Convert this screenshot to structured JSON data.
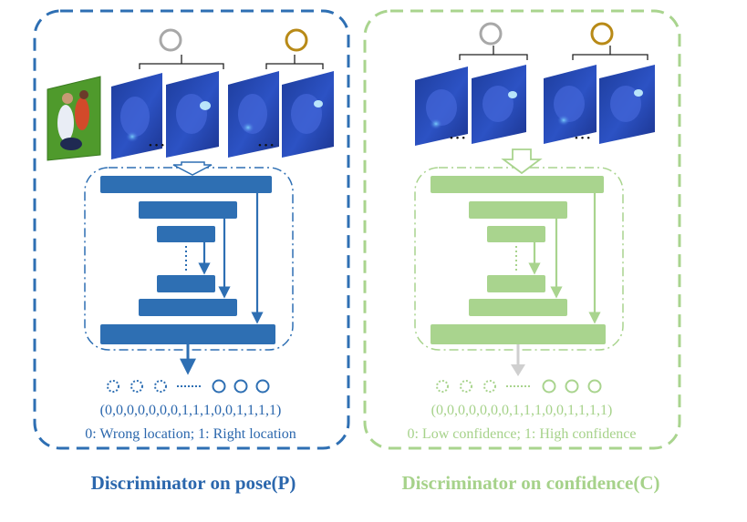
{
  "panels": [
    {
      "id": "pose",
      "caption": "Discriminator on pose(P)",
      "vector_text": "(0,0,0,0,0,0,0,1,1,1,0,0,1,1,1,1)",
      "legend_text": "0: Wrong location; 1: Right location",
      "color": "#2e6fb3",
      "text_color": "#2b67ad",
      "has_photo": true,
      "group_circle_colors": [
        "#a8a8a8",
        "#b88a17"
      ],
      "ellipsis": "• • •"
    },
    {
      "id": "confidence",
      "caption": "Discriminator on confidence(C)",
      "vector_text": "(0,0,0,0,0,0,0,1,1,1,0,0,1,1,1,1)",
      "legend_text": "0: Low confidence; 1: High confidence",
      "color": "#a9d48e",
      "text_color": "#a6d28a",
      "has_photo": false,
      "group_circle_colors": [
        "#a8a8a8",
        "#b88a17"
      ],
      "ellipsis": "• • •"
    }
  ],
  "colors": {
    "heatmap_dark": "#1d3c9a",
    "heatmap_light": "#3f66d8",
    "grass": "#4f9a2c"
  }
}
